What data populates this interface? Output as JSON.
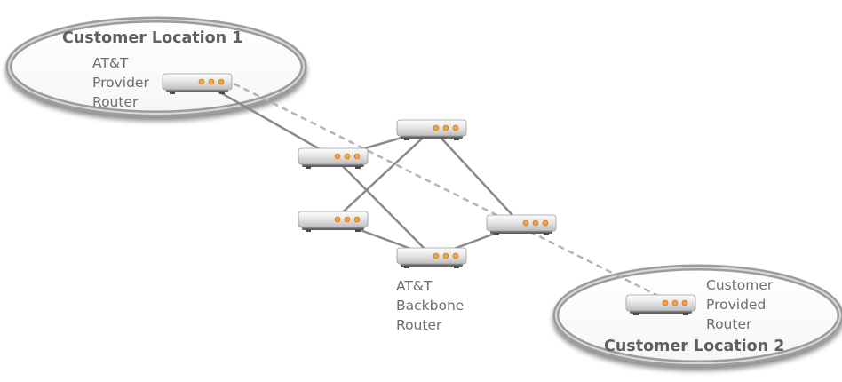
{
  "locations": [
    {
      "id": "loc1",
      "title": "Customer Location 1"
    },
    {
      "id": "loc2",
      "title": "Customer Location 2"
    }
  ],
  "router_labels": {
    "provider": [
      "AT&T",
      "Provider",
      "Router"
    ],
    "backbone": [
      "AT&T",
      "Backbone",
      "Router"
    ],
    "customer": [
      "Customer",
      "Provided",
      "Router"
    ]
  },
  "routers": [
    {
      "id": "provider-router",
      "role": "AT&T Provider Router"
    },
    {
      "id": "backbone-router-1",
      "role": "AT&T Backbone Router"
    },
    {
      "id": "backbone-router-2",
      "role": "AT&T Backbone Router"
    },
    {
      "id": "backbone-router-3",
      "role": "AT&T Backbone Router"
    },
    {
      "id": "backbone-router-4",
      "role": "AT&T Backbone Router"
    },
    {
      "id": "backbone-router-5",
      "role": "AT&T Backbone Router"
    },
    {
      "id": "customer-router",
      "role": "Customer Provided Router"
    }
  ],
  "links": [
    {
      "from": "provider-router",
      "to": "backbone-router-1",
      "style": "solid"
    },
    {
      "from": "backbone-router-1",
      "to": "backbone-router-2",
      "style": "solid"
    },
    {
      "from": "backbone-router-1",
      "to": "backbone-router-4",
      "style": "solid"
    },
    {
      "from": "backbone-router-3",
      "to": "backbone-router-2",
      "style": "solid"
    },
    {
      "from": "backbone-router-3",
      "to": "backbone-router-4",
      "style": "solid"
    },
    {
      "from": "backbone-router-2",
      "to": "backbone-router-5",
      "style": "solid"
    },
    {
      "from": "backbone-router-4",
      "to": "backbone-router-5",
      "style": "solid"
    },
    {
      "from": "provider-router",
      "to": "customer-router",
      "style": "dashed"
    }
  ],
  "colors": {
    "solid_link": "#8a8a8a",
    "dashed_link": "#b4b4b4",
    "router_led": "#f5a23a",
    "label_text": "#6e6e6e"
  }
}
